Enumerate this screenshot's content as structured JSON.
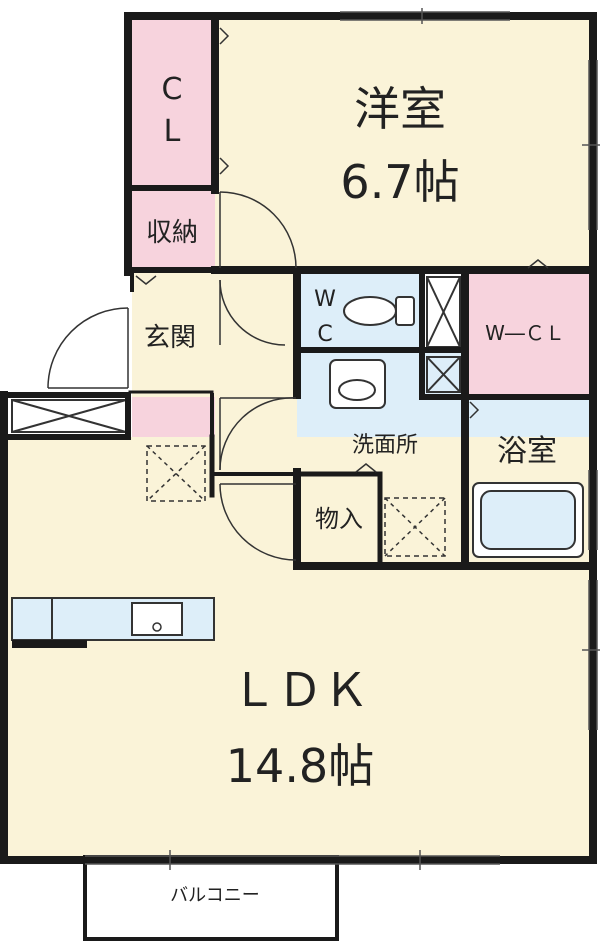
{
  "colors": {
    "wall": "#1a1a1a",
    "cream": "#faf3d8",
    "pink": "#f7d3dd",
    "blue": "#ddeef9",
    "white": "#ffffff",
    "line": "#333333"
  },
  "rooms": {
    "western": {
      "name": "洋室",
      "size": "6.7帖"
    },
    "closet_c": "C",
    "closet_l": "L",
    "storage": "収納",
    "entrance": "玄関",
    "wc_w": "W",
    "wc_c": "C",
    "wcl": "W―ＣＬ",
    "washroom": "洗面所",
    "bath": "浴室",
    "closet2": "物入",
    "ldk": {
      "name": "ＬＤＫ",
      "size": "14.8帖"
    },
    "balcony": "バルコニー"
  }
}
